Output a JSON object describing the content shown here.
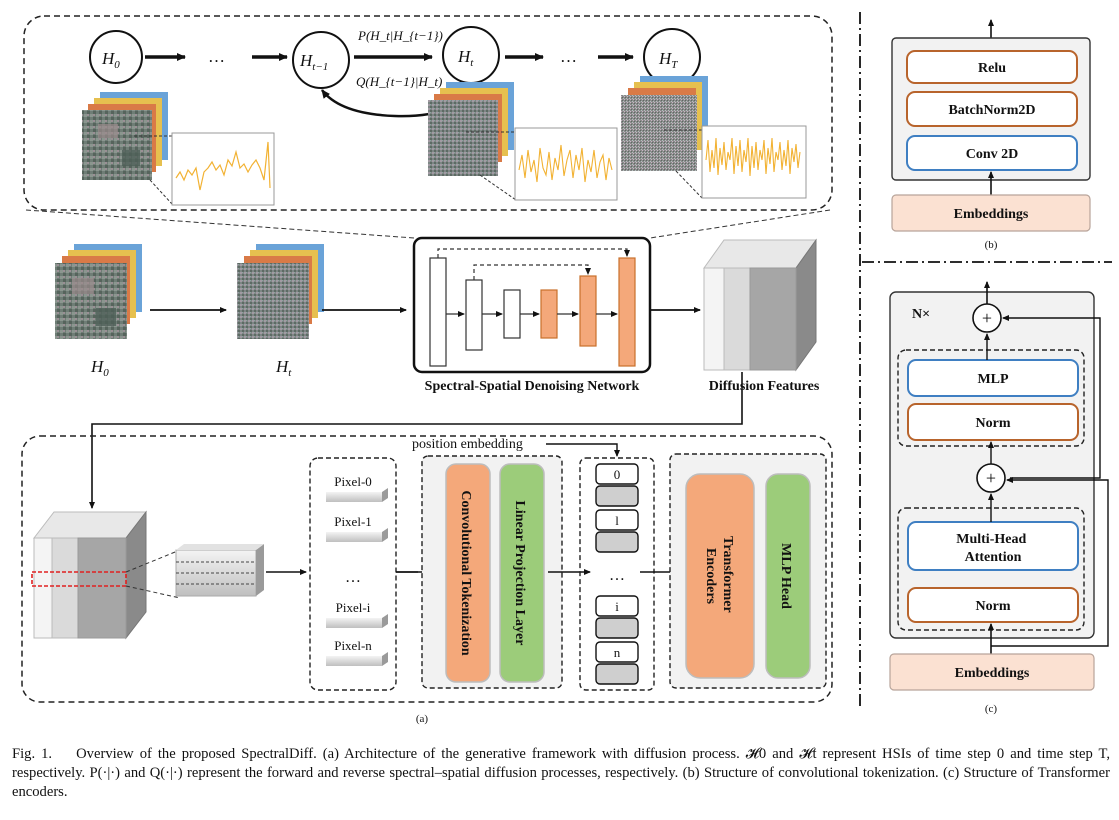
{
  "panel_a": {
    "states": [
      {
        "base": "H",
        "sub": "0"
      },
      {
        "base": "H",
        "sub": "t−1"
      },
      {
        "base": "H",
        "sub": "t"
      },
      {
        "base": "H",
        "sub": "T"
      }
    ],
    "ellipsis": "…",
    "forward_label": "P(H_t|H_{t−1})",
    "reverse_label": "Q(H_{t−1}|H_t)",
    "h0_label": {
      "base": "H",
      "sub": "0"
    },
    "ht_label": {
      "base": "H",
      "sub": "t"
    },
    "network_label": "Spectral-Spatial Denoising Network",
    "features_label": "Diffusion Features",
    "pixel_labels": [
      "Pixel-0",
      "Pixel-1",
      "…",
      "Pixel-i",
      "Pixel-n"
    ],
    "conv_tokenization": "Convolutional Tokenization",
    "linear_projection": "Linear Projection Layer",
    "position_embedding": "position embedding",
    "token_labels": [
      "0",
      "l",
      "…",
      "i",
      "n"
    ],
    "transformer_encoders": [
      "Transformer",
      "Encoders"
    ],
    "mlp_head": "MLP Head",
    "subfig_label": "(a)"
  },
  "panel_b": {
    "layers": [
      "Relu",
      "BatchNorm2D",
      "Conv 2D"
    ],
    "embeddings": "Embeddings",
    "subfig_label": "(b)"
  },
  "panel_c": {
    "repeat": "N×",
    "mlp": "MLP",
    "norm_top": "Norm",
    "attention": [
      "Multi-Head",
      "Attention"
    ],
    "norm_bottom": "Norm",
    "embeddings": "Embeddings",
    "plus": "+",
    "subfig_label": "(c)"
  },
  "caption": {
    "prefix": "Fig. 1.",
    "text": "Overview of the proposed SpectralDiff. (a) Architecture of the generative framework with diffusion process. 𝓗0 and 𝓗t represent HSIs of time step 0 and time step T, respectively. P(·|·) and Q(·|·) represent the forward and reverse spectral–spatial diffusion processes, respectively. (b) Structure of convolutional tokenization. (c) Structure of Transformer encoders."
  },
  "colors": {
    "orange": "#f4a87a",
    "orange_border": "#c8702c",
    "green": "#9ccc7a",
    "blue_border": "#3f7fc2",
    "brown_border": "#b8642c",
    "embed_fill": "#fbe1d2",
    "panel_fill": "#f2f2f2",
    "signal": "#f2b233"
  }
}
